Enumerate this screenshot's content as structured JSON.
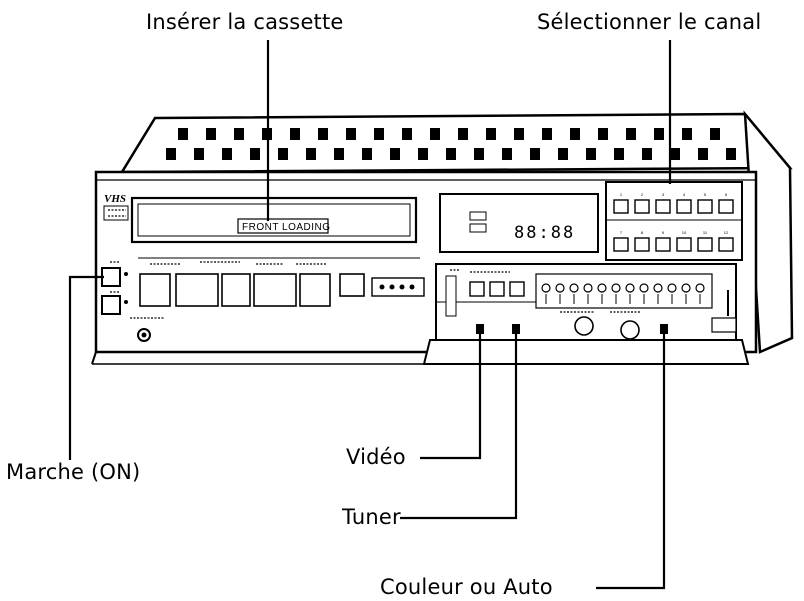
{
  "callouts": {
    "insert_cassette": "Insérer la cassette",
    "select_channel": "Sélectionner le canal",
    "power_on": "Marche (ON)",
    "video": "Vidéo",
    "tuner": "Tuner",
    "color_auto": "Couleur ou Auto"
  },
  "device": {
    "cassette_window_label": "FRONT LOADING",
    "logo": "VHS",
    "clock_display": "88:88",
    "channel_buttons": [
      "1",
      "2",
      "3",
      "4",
      "5",
      "6",
      "7",
      "8",
      "9",
      "10",
      "11",
      "12"
    ]
  }
}
